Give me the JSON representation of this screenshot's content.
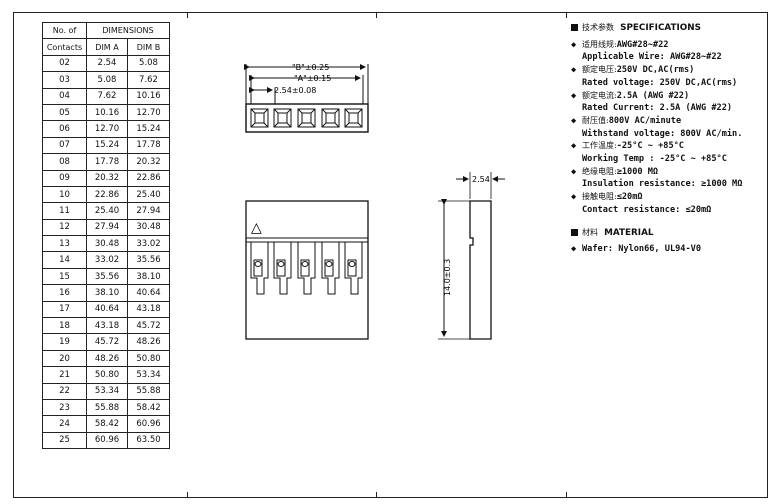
{
  "table": {
    "header_no": "No. of",
    "header_contacts": "Contacts",
    "header_dimensions": "DIMENSIONS",
    "header_dim_a": "DIM A",
    "header_dim_b": "DIM B",
    "rows": [
      [
        "02",
        "2.54",
        "5.08"
      ],
      [
        "03",
        "5.08",
        "7.62"
      ],
      [
        "04",
        "7.62",
        "10.16"
      ],
      [
        "05",
        "10.16",
        "12.70"
      ],
      [
        "06",
        "12.70",
        "15.24"
      ],
      [
        "07",
        "15.24",
        "17.78"
      ],
      [
        "08",
        "17.78",
        "20.32"
      ],
      [
        "09",
        "20.32",
        "22.86"
      ],
      [
        "10",
        "22.86",
        "25.40"
      ],
      [
        "11",
        "25.40",
        "27.94"
      ],
      [
        "12",
        "27.94",
        "30.48"
      ],
      [
        "13",
        "30.48",
        "33.02"
      ],
      [
        "14",
        "33.02",
        "35.56"
      ],
      [
        "15",
        "35.56",
        "38.10"
      ],
      [
        "16",
        "38.10",
        "40.64"
      ],
      [
        "17",
        "40.64",
        "43.18"
      ],
      [
        "18",
        "43.18",
        "45.72"
      ],
      [
        "19",
        "45.72",
        "48.26"
      ],
      [
        "20",
        "48.26",
        "50.80"
      ],
      [
        "21",
        "50.80",
        "53.34"
      ],
      [
        "22",
        "53.34",
        "55.88"
      ],
      [
        "23",
        "55.88",
        "58.42"
      ],
      [
        "24",
        "58.42",
        "60.96"
      ],
      [
        "25",
        "60.96",
        "63.50"
      ]
    ]
  },
  "drawing": {
    "dim_b": "\"B\"±0.25",
    "dim_a": "\"A\"±0.15",
    "pitch": "2.54±0.08",
    "width": "2.54",
    "height": "14.0±0.3",
    "mark": "△"
  },
  "specs": {
    "title_cn": "技术参数",
    "title": "SPECIFICATIONS",
    "wire_cn": "适用线规:",
    "wire_cn_val": "AWG#28~#22",
    "wire_en": "Applicable Wire: AWG#28~#22",
    "voltage_cn": "额定电压:",
    "voltage_cn_val": "250V DC,AC(rms)",
    "voltage_en": "Rated voltage: 250V DC,AC(rms)",
    "current_cn": "额定电流:",
    "current_cn_val": "2.5A (AWG #22)",
    "current_en": "Rated Current: 2.5A (AWG #22)",
    "withstand_cn": "耐压值:",
    "withstand_cn_val": "800V AC/minute",
    "withstand_en": "Withstand voltage: 800V AC/min.",
    "temp_cn": "工作温度:",
    "temp_cn_val": "-25°C ~ +85°C",
    "temp_en": "Working Temp : -25°C ~ +85°C",
    "insulation_cn": "绝缘电阻:",
    "insulation_cn_val": "≥1000 MΩ",
    "insulation_en": "Insulation resistance: ≥1000 MΩ",
    "contact_cn": "接触电阻:",
    "contact_cn_val": "≤20mΩ",
    "contact_en": "Contact resistance: ≤20mΩ",
    "material_cn": "材料",
    "material": "MATERIAL",
    "wafer": "Wafer: Nylon66, UL94-V0"
  }
}
